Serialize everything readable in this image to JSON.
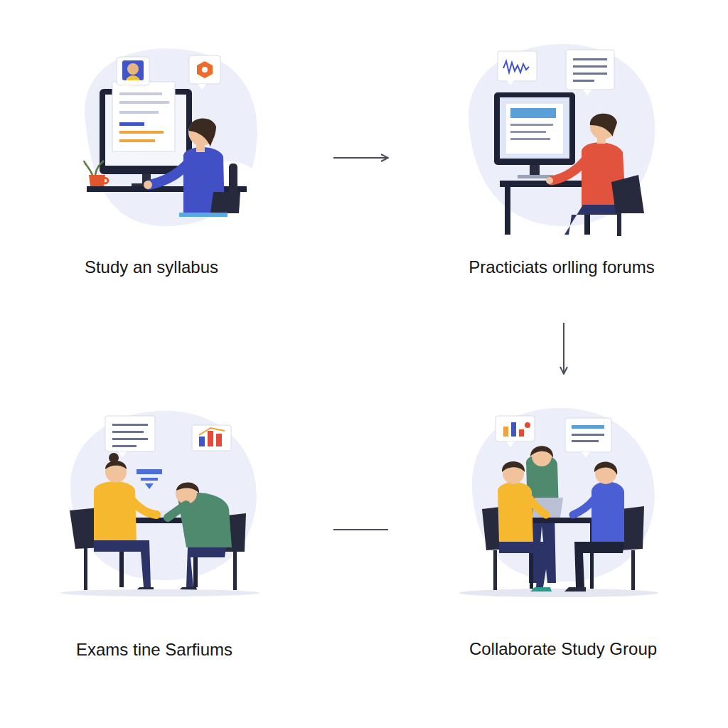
{
  "diagram": {
    "nodes": [
      {
        "text": [
          "Study an syllabus"
        ]
      },
      {
        "text": [
          "Practiciats orlling forums"
        ]
      },
      {
        "text": [
          "Exams tine Sarfiums"
        ]
      },
      {
        "text": [
          "Collaborate Study Group"
        ]
      }
    ],
    "edges": [
      {
        "from": 0,
        "to": 1,
        "arrow": "to"
      },
      {
        "from": 1,
        "to": 3,
        "arrow": "to"
      },
      {
        "from": 2,
        "to": 3,
        "arrow": "none"
      }
    ]
  }
}
